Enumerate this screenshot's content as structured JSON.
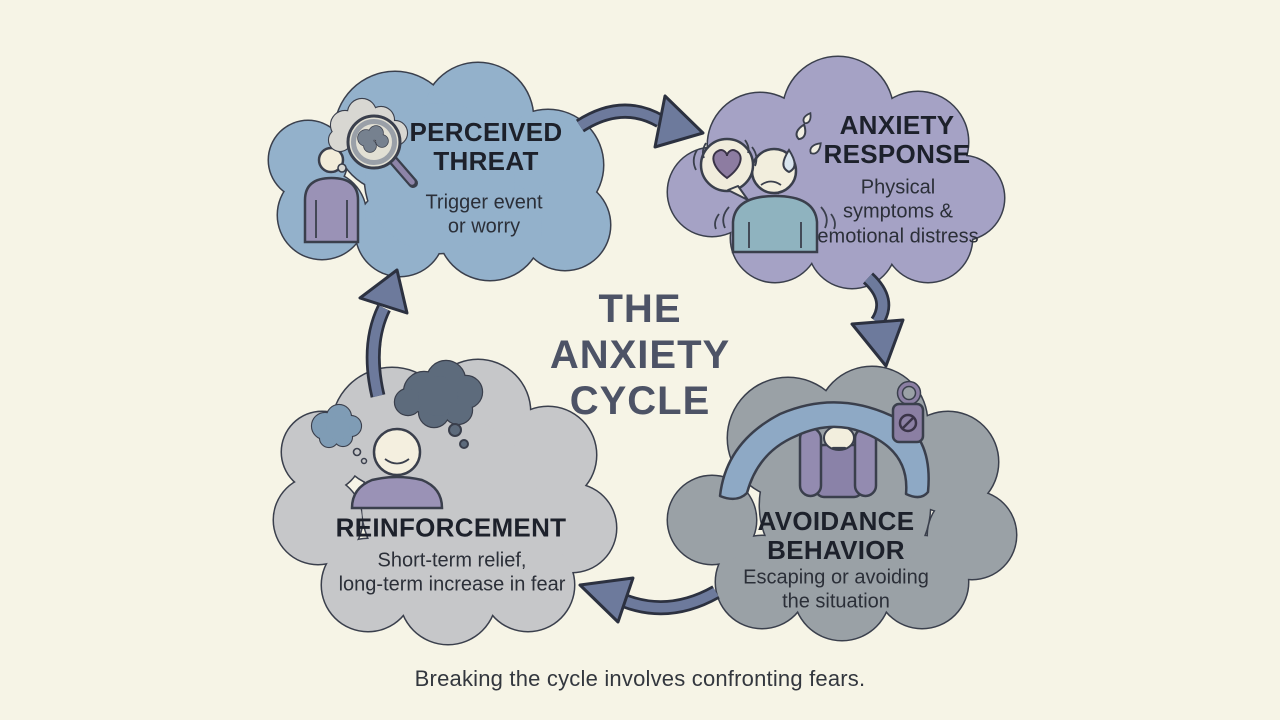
{
  "background_color": "#f6f4e6",
  "outline_color": "#3a3f4c",
  "title": {
    "text": "THE\nANXIETY\nCYCLE",
    "color": "#4d5366"
  },
  "caption": "Breaking the cycle involves confronting fears.",
  "stages": [
    {
      "id": "perceived-threat",
      "heading": "PERCEIVED\nTHREAT",
      "description": "Trigger event\nor worry",
      "cloud_color": "#93b1cb",
      "icon": "person-magnifying-thought-icon"
    },
    {
      "id": "anxiety-response",
      "heading": "ANXIETY\nRESPONSE",
      "description": "Physical\nsymptoms &\nemotional distress",
      "cloud_color": "#a5a2c5",
      "icon": "worried-person-sweat-heart-icon"
    },
    {
      "id": "avoidance-behavior",
      "heading": "AVOIDANCE\nBEHAVIOR",
      "description": "Escaping or avoiding\nthe situation",
      "cloud_color": "#9aa1a6",
      "icon": "person-hiding-under-blanket-icon"
    },
    {
      "id": "reinforcement",
      "heading": "REINFORCEMENT",
      "description": "Short-term relief,\nlong-term increase in fear",
      "cloud_color": "#c6c7c9",
      "icon": "person-dark-thought-clouds-icon"
    }
  ],
  "arrows": {
    "color": "#6d7a9c",
    "outline": "#2c3140",
    "flow": "clockwise"
  }
}
